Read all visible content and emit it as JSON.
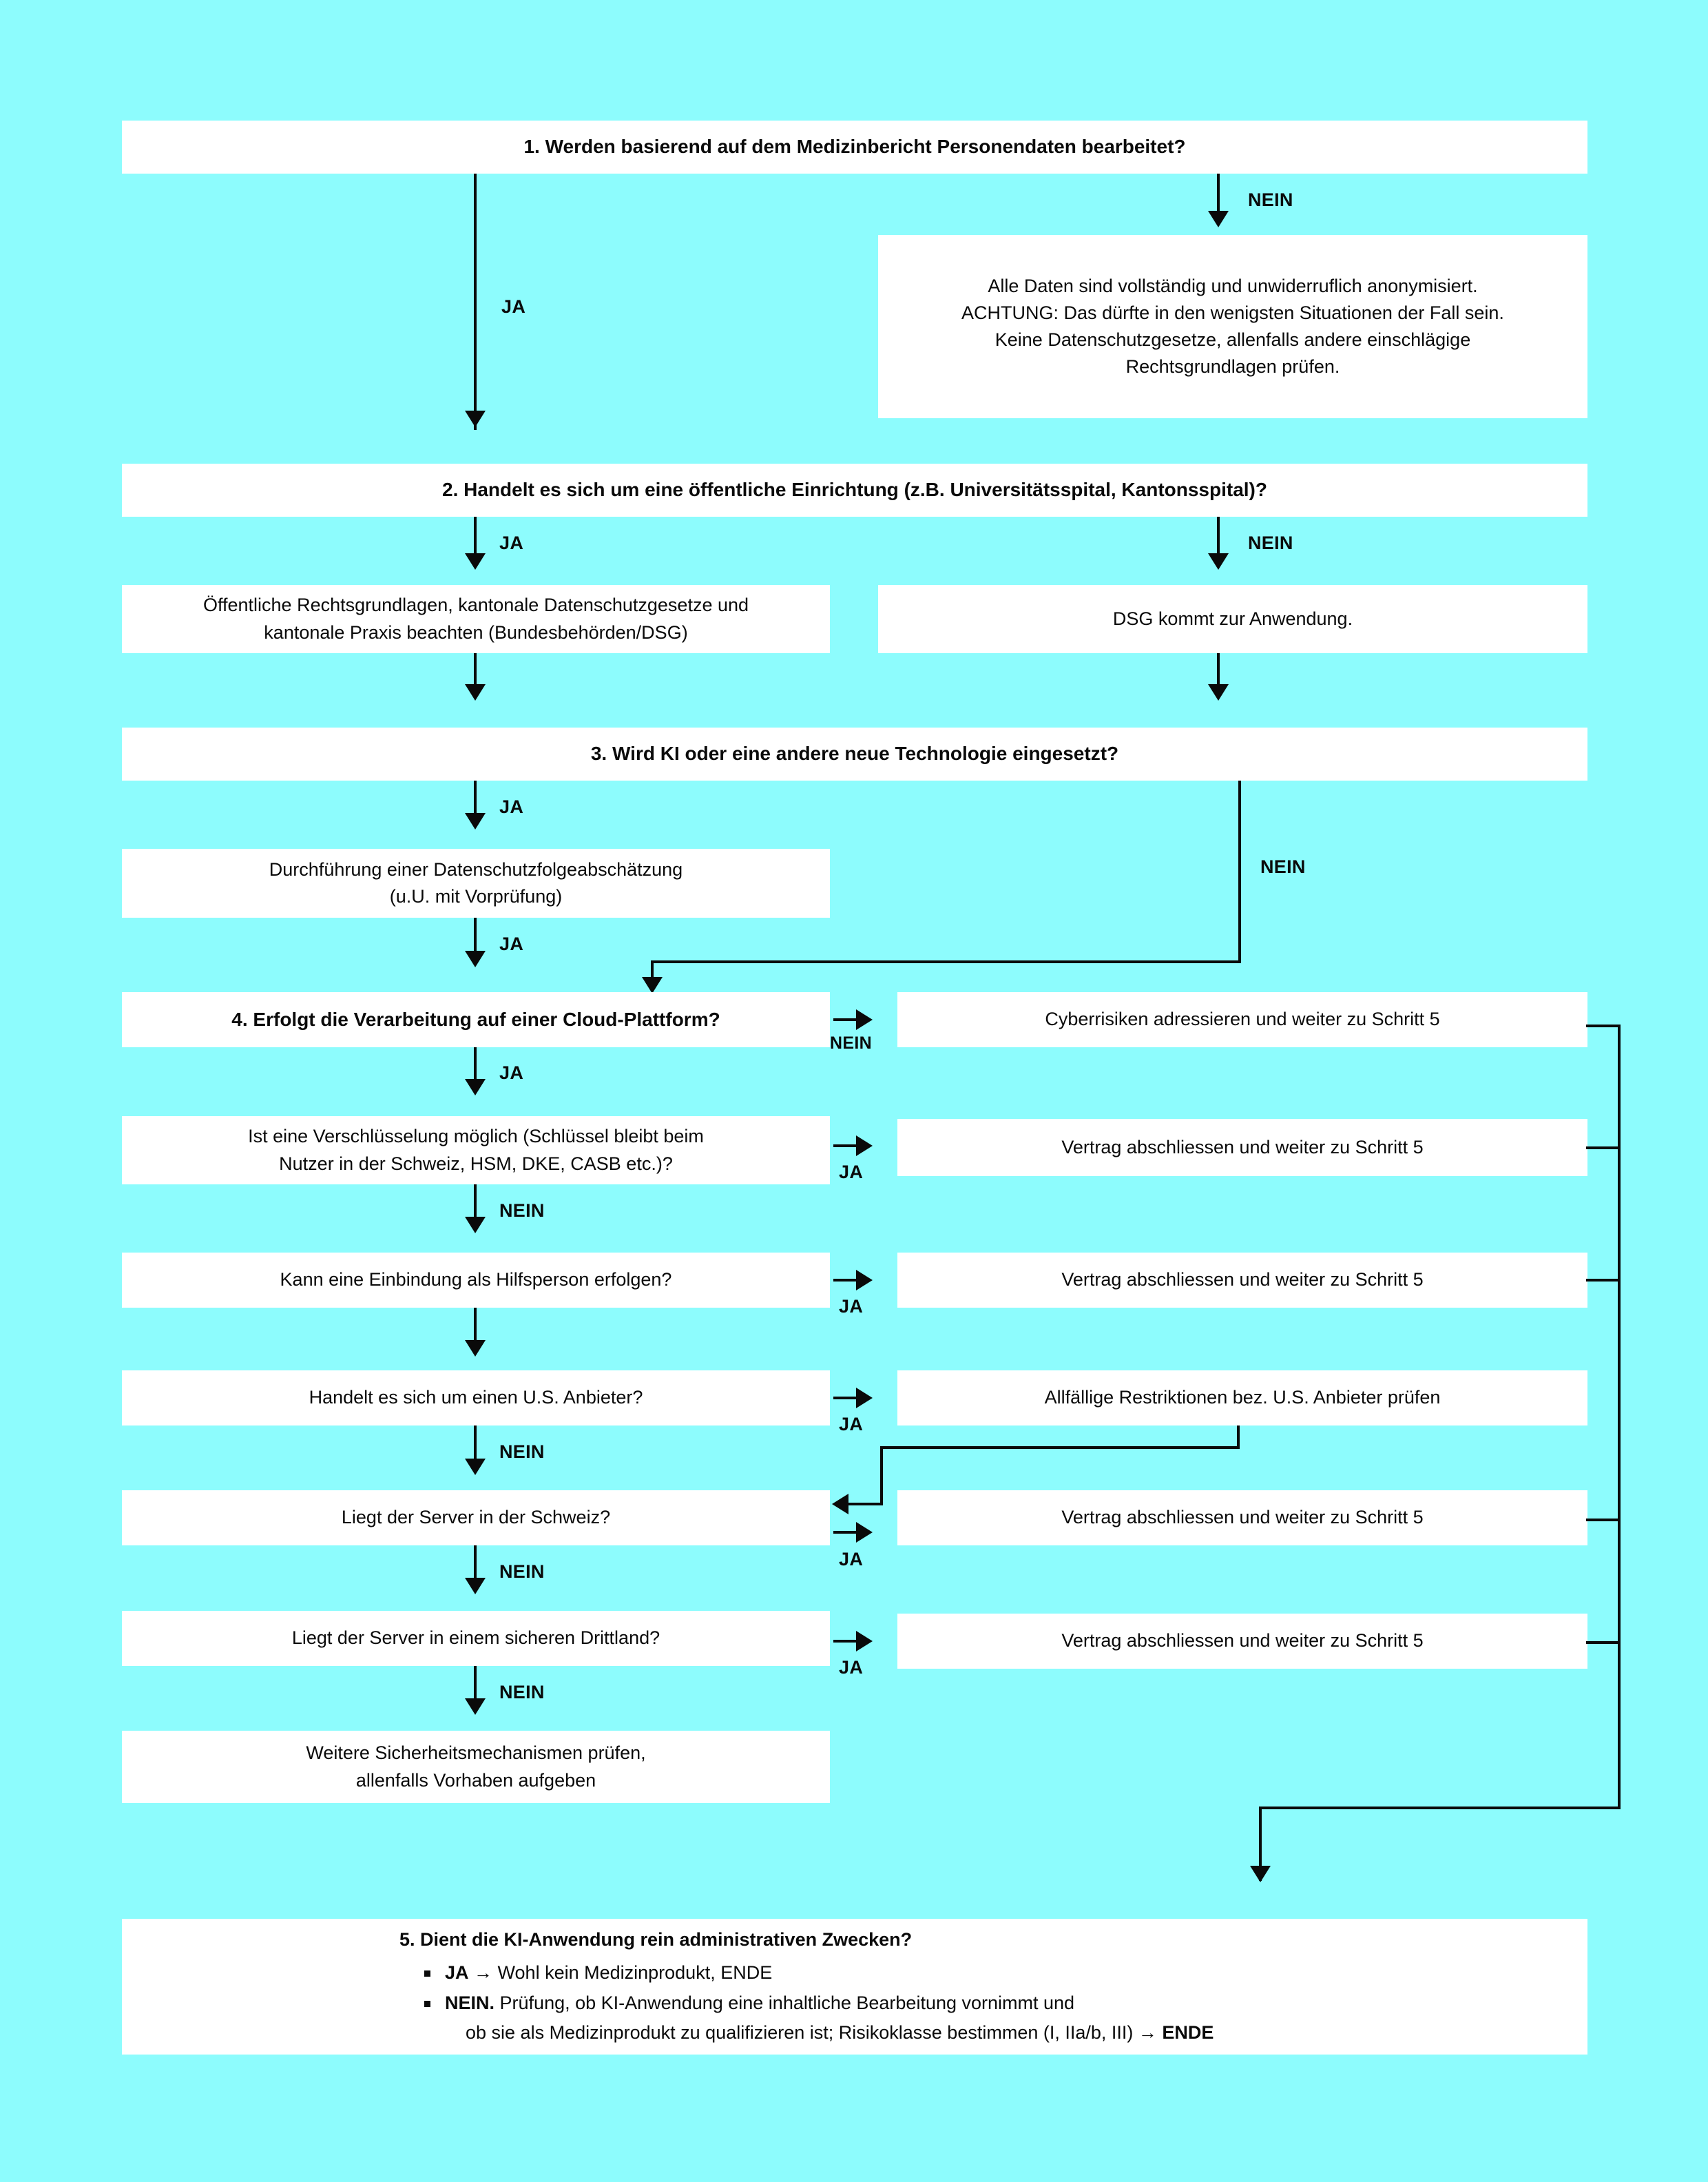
{
  "meta": {
    "background_color": "#8dfcfd",
    "box_color": "#ffffff",
    "line_color": "#0a0a0a"
  },
  "labels": {
    "ja": "JA",
    "nein": "NEIN"
  },
  "steps": {
    "step1": {
      "text": "1.  Werden basierend auf dem Medizinbericht Personendaten bearbeitet?",
      "nein_label": "NEIN",
      "ja_label": "JA",
      "nein_outcome": "Alle Daten sind vollständig und unwiderruflich anonymisiert. ACHTUNG: Das dürfte in den wenigsten Situationen der Fall sein. Keine Datenschutzgesetze, allenfalls andere einschlägige Rechtsgrundlagen prüfen.",
      "nein_outcome_lines": [
        "Alle Daten sind vollständig und unwiderruflich anonymisiert.",
        "ACHTUNG: Das dürfte in den wenigsten Situationen der Fall sein.",
        "Keine Datenschutzgesetze, allenfalls andere einschlägige",
        "Rechtsgrundlagen prüfen."
      ]
    },
    "step2": {
      "text": "2.  Handelt es sich um eine öffentliche Einrichtung (z.B. Universitätsspital, Kantonsspital)?",
      "ja_label": "JA",
      "nein_label": "NEIN",
      "ja_outcome_lines": [
        "Öffentliche Rechtsgrundlagen, kantonale Datenschutzgesetze und",
        "kantonale Praxis beachten (Bundesbehörden/DSG)"
      ],
      "nein_outcome": "DSG kommt zur Anwendung."
    },
    "step3": {
      "text": "3.  Wird KI oder eine andere neue Technologie eingesetzt?",
      "ja_label": "JA",
      "nein_label": "NEIN",
      "ja_outcome_lines": [
        "Durchführung einer Datenschutzfolgeabschätzung",
        "(u.U. mit Vorprüfung)"
      ],
      "ja_exit_label": "JA"
    },
    "step4": {
      "text": "4.  Erfolgt die Verarbeitung auf einer Cloud-Plattform?",
      "nein_label": "NEIN",
      "ja_label": "JA",
      "nein_outcome": "Cyberrisiken adressieren und weiter zu Schritt 5"
    },
    "step5": {
      "title": "5.  Dient die KI-Anwendung rein administrativen Zwecken?",
      "bullets": [
        {
          "lead": "JA",
          "arrow": "→",
          "rest": "Wohl kein Medizinprodukt, ENDE",
          "second_line": "",
          "end_marker": ""
        },
        {
          "lead": "NEIN.",
          "arrow": "",
          "rest": "Prüfung, ob KI-Anwendung eine inhaltliche Bearbeitung vornimmt und",
          "second_line": "ob sie als Medizinprodukt zu qualifizieren ist; Risikoklasse bestimmen (I, IIa/b, III)",
          "end_arrow": "→",
          "end_marker": "ENDE"
        }
      ]
    }
  },
  "cloud_branch": {
    "q_encryption_lines": [
      "Ist eine Verschlüsselung möglich (Schlüssel bleibt beim",
      "Nutzer in der Schweiz, HSM, DKE, CASB etc.)?"
    ],
    "q_encryption_ja": "JA",
    "q_encryption_nein": "NEIN",
    "out_encryption": "Vertrag abschliessen und weiter zu Schritt 5",
    "q_hilfsperson": "Kann eine Einbindung als Hilfsperson erfolgen?",
    "q_hilfsperson_ja": "JA",
    "out_hilfsperson": "Vertrag abschliessen und weiter zu Schritt 5",
    "q_us": "Handelt es sich um einen U.S. Anbieter?",
    "q_us_ja": "JA",
    "q_us_nein": "NEIN",
    "out_us": "Allfällige Restriktionen bez. U.S. Anbieter prüfen",
    "q_server_ch": "Liegt der Server in der Schweiz?",
    "q_server_ch_ja": "JA",
    "q_server_ch_nein": "NEIN",
    "out_server_ch": "Vertrag abschliessen und weiter zu Schritt 5",
    "q_server_third": "Liegt der Server in einem sicheren Drittland?",
    "q_server_third_ja": "JA",
    "q_server_third_nein": "NEIN",
    "out_server_third": "Vertrag abschliessen und weiter zu Schritt 5",
    "final_lines": [
      "Weitere Sicherheitsmechanismen prüfen,",
      "allenfalls Vorhaben aufgeben"
    ]
  }
}
